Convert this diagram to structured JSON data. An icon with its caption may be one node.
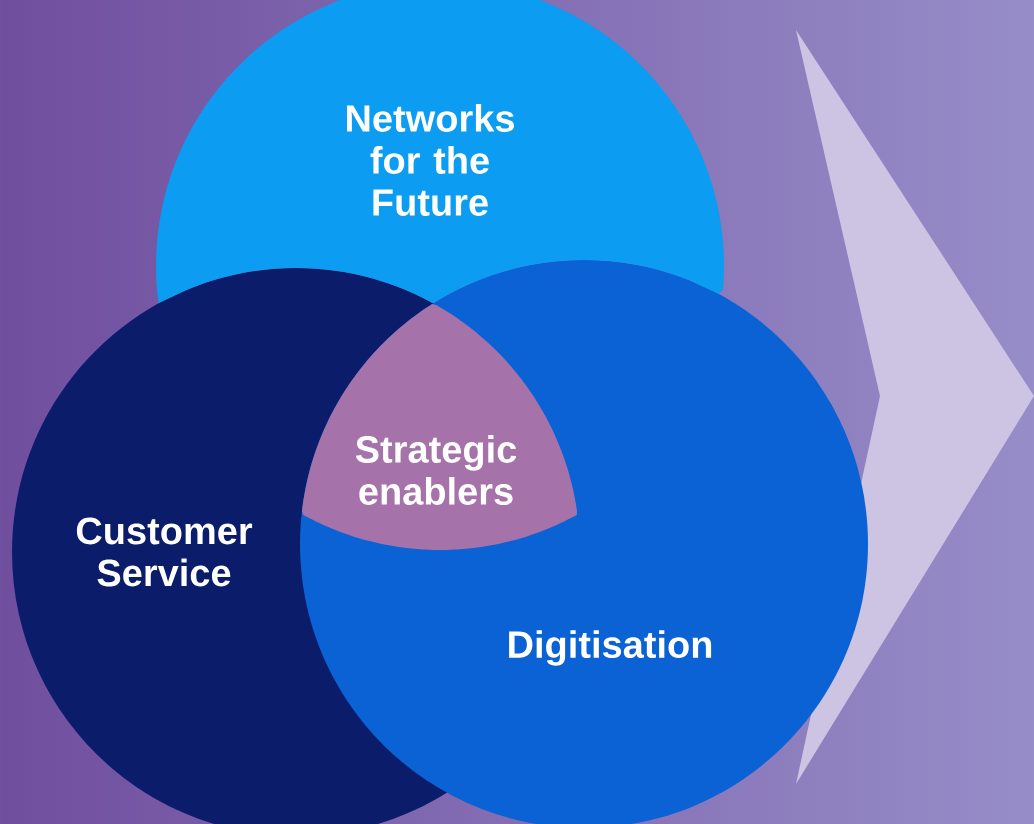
{
  "diagram": {
    "nodes": [
      {
        "text": [
          "Networks for the Future"
        ]
      },
      {
        "text": [
          "Customer Service"
        ]
      },
      {
        "text": [
          "Digitisation"
        ]
      },
      {
        "text": [
          "Strategic enablers"
        ]
      }
    ]
  }
}
